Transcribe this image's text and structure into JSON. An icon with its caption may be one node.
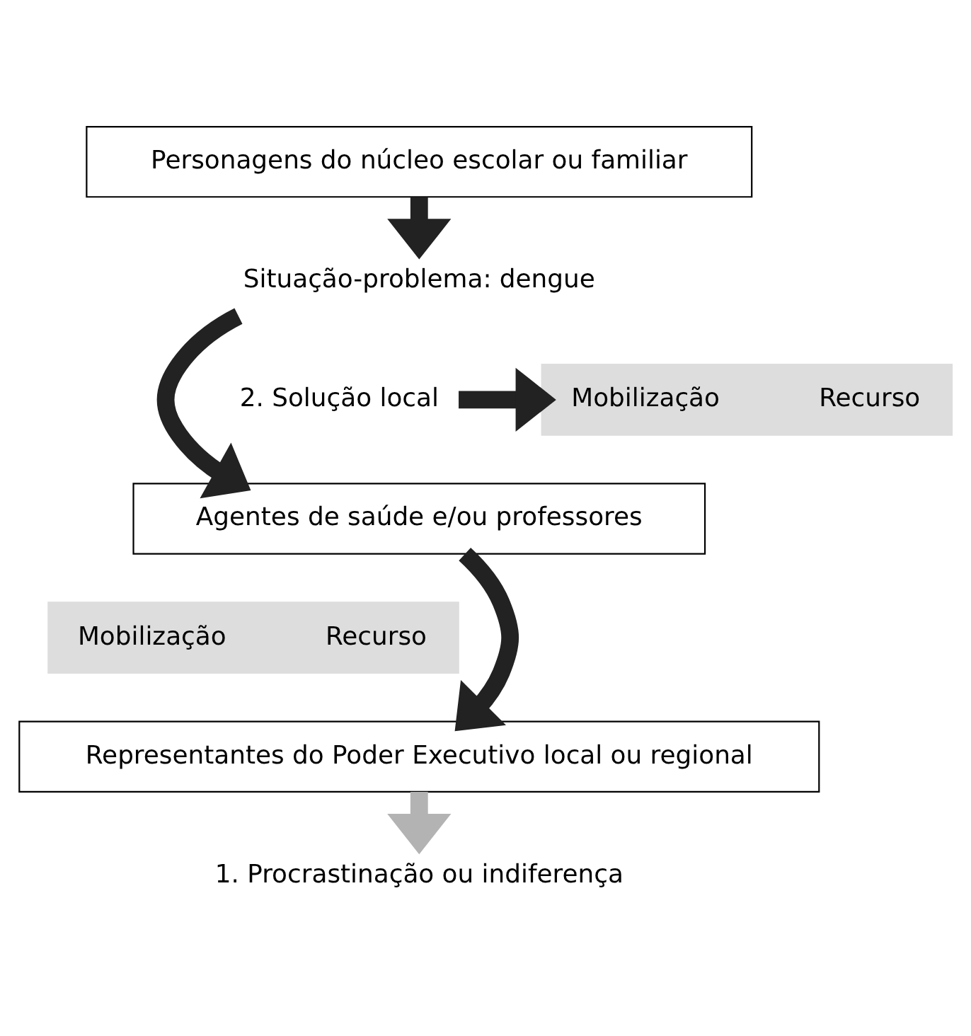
{
  "diagram": {
    "nodes": [
      {
        "text": [
          "Personagens do núcleo escolar ou familiar"
        ]
      },
      {
        "text": [
          "Situação-problema: dengue"
        ]
      },
      {
        "text": [
          "Mobilização",
          "Recurso"
        ]
      },
      {
        "text": [
          "2. Solução local"
        ]
      },
      {
        "text": [
          "Agentes de saúde e/ou professores"
        ]
      },
      {
        "text": [
          "Mobilização",
          "Recurso"
        ]
      },
      {
        "text": [
          "Representantes do Poder Executivo local ou regional"
        ]
      },
      {
        "text": [
          "1. Procrastinação ou indiferença"
        ]
      }
    ],
    "edges": [
      {
        "from": 0,
        "to": 1,
        "arrow": "to"
      },
      {
        "from": 1,
        "to": 4,
        "arrow": "to"
      },
      {
        "from": 3,
        "to": 2,
        "arrow": "to"
      },
      {
        "from": 4,
        "to": 6,
        "arrow": "to"
      },
      {
        "from": 6,
        "to": 7,
        "arrow": "to",
        "color": "#b3b3b3"
      }
    ]
  }
}
